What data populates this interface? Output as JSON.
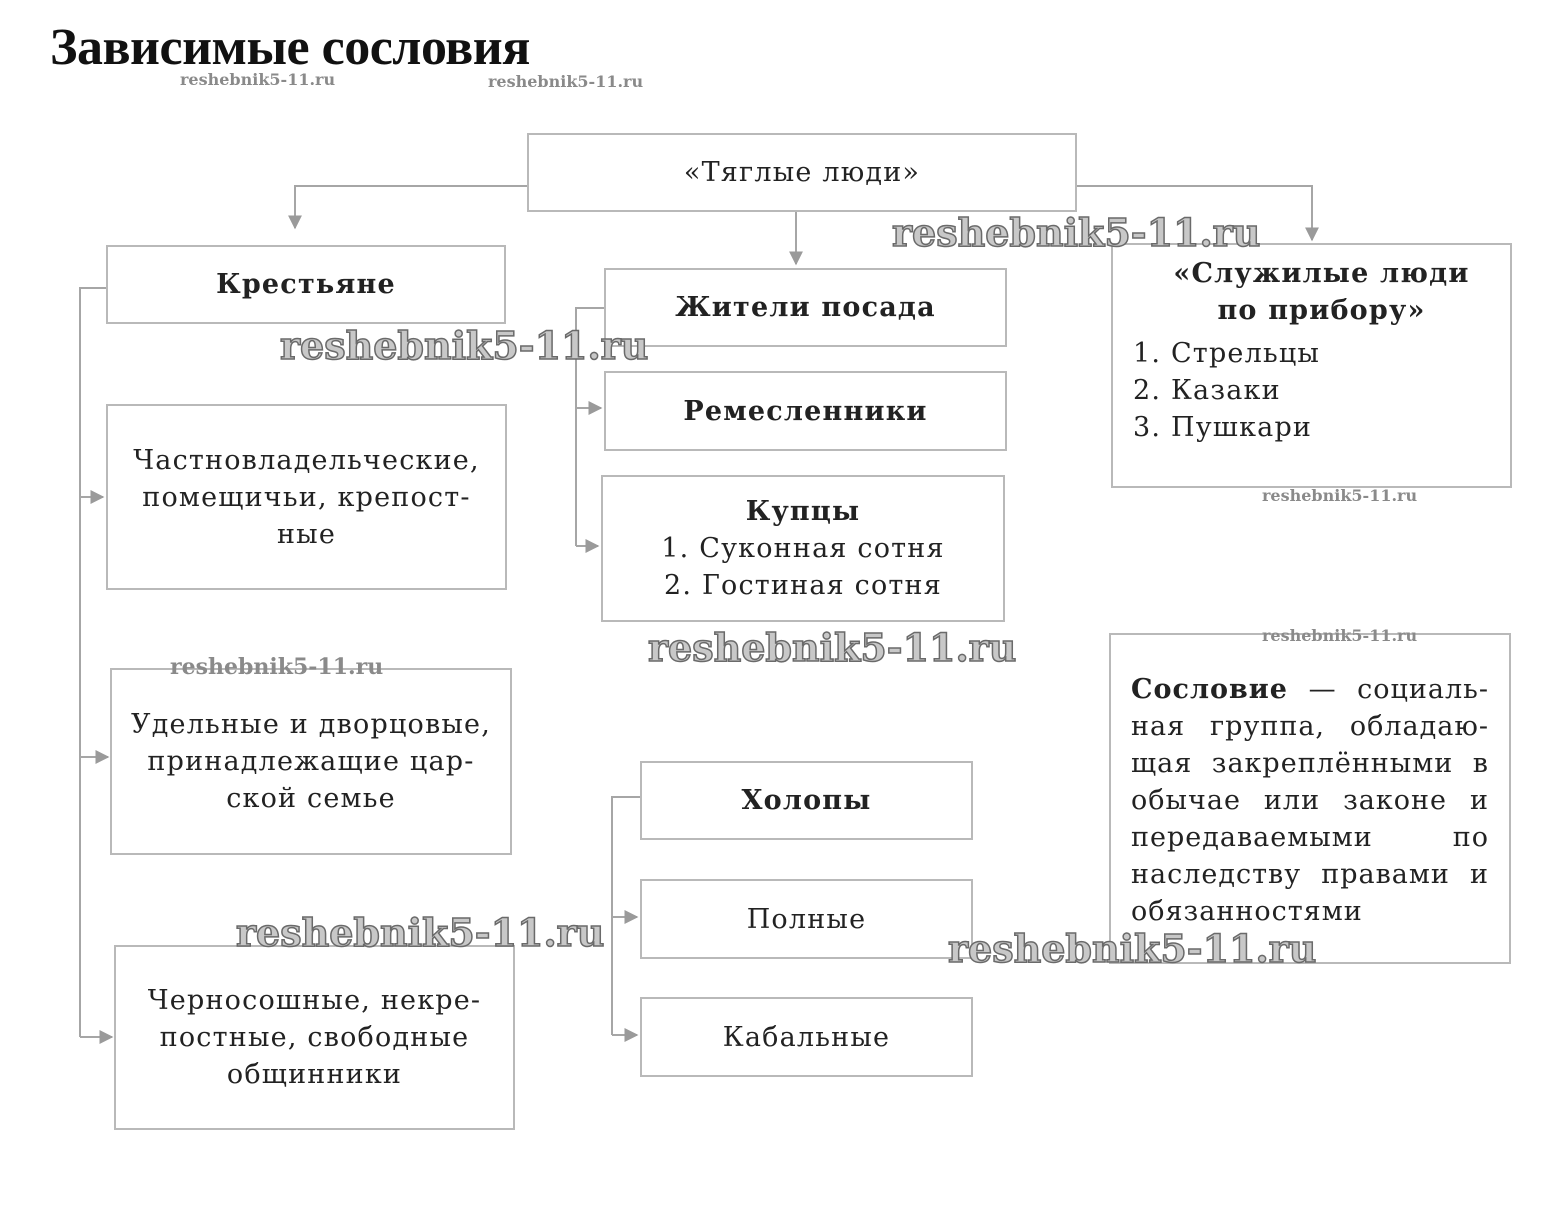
{
  "title": "Зависимые сословия",
  "top": {
    "label": "«Тяглые люди»"
  },
  "peasants": {
    "label": "Крестьяне",
    "children": [
      "Частновладельческие, помещичьи, крепост-ные",
      "Удельные и дворцовые, принадлежащие цар-ской семье",
      "Черносошные, некре-постные, свободные общинники"
    ]
  },
  "posad": {
    "label": "Жители посада",
    "artisans": "Ремесленники",
    "merchants": {
      "label": "Купцы",
      "items": [
        "1. Суконная сотня",
        "2. Гостиная сотня"
      ]
    }
  },
  "service": {
    "label_line1": "«Служилые люди",
    "label_line2": "по прибору»",
    "items": [
      "1. Стрельцы",
      "2. Казаки",
      "3. Пушкари"
    ]
  },
  "serfs": {
    "label": "Холопы",
    "full": "Полные",
    "bonded": "Кабальные"
  },
  "definition": {
    "term": "Сословие",
    "text": " — социаль-ная группа, обладаю-щая закреплёнными в обычае или законе и передаваемыми по наследству правами и обязанностями"
  },
  "watermark": "reshebnik5-11.ru",
  "colors": {
    "border": "#b9b9b9",
    "connector": "#9a9a9a",
    "text": "#222222"
  }
}
